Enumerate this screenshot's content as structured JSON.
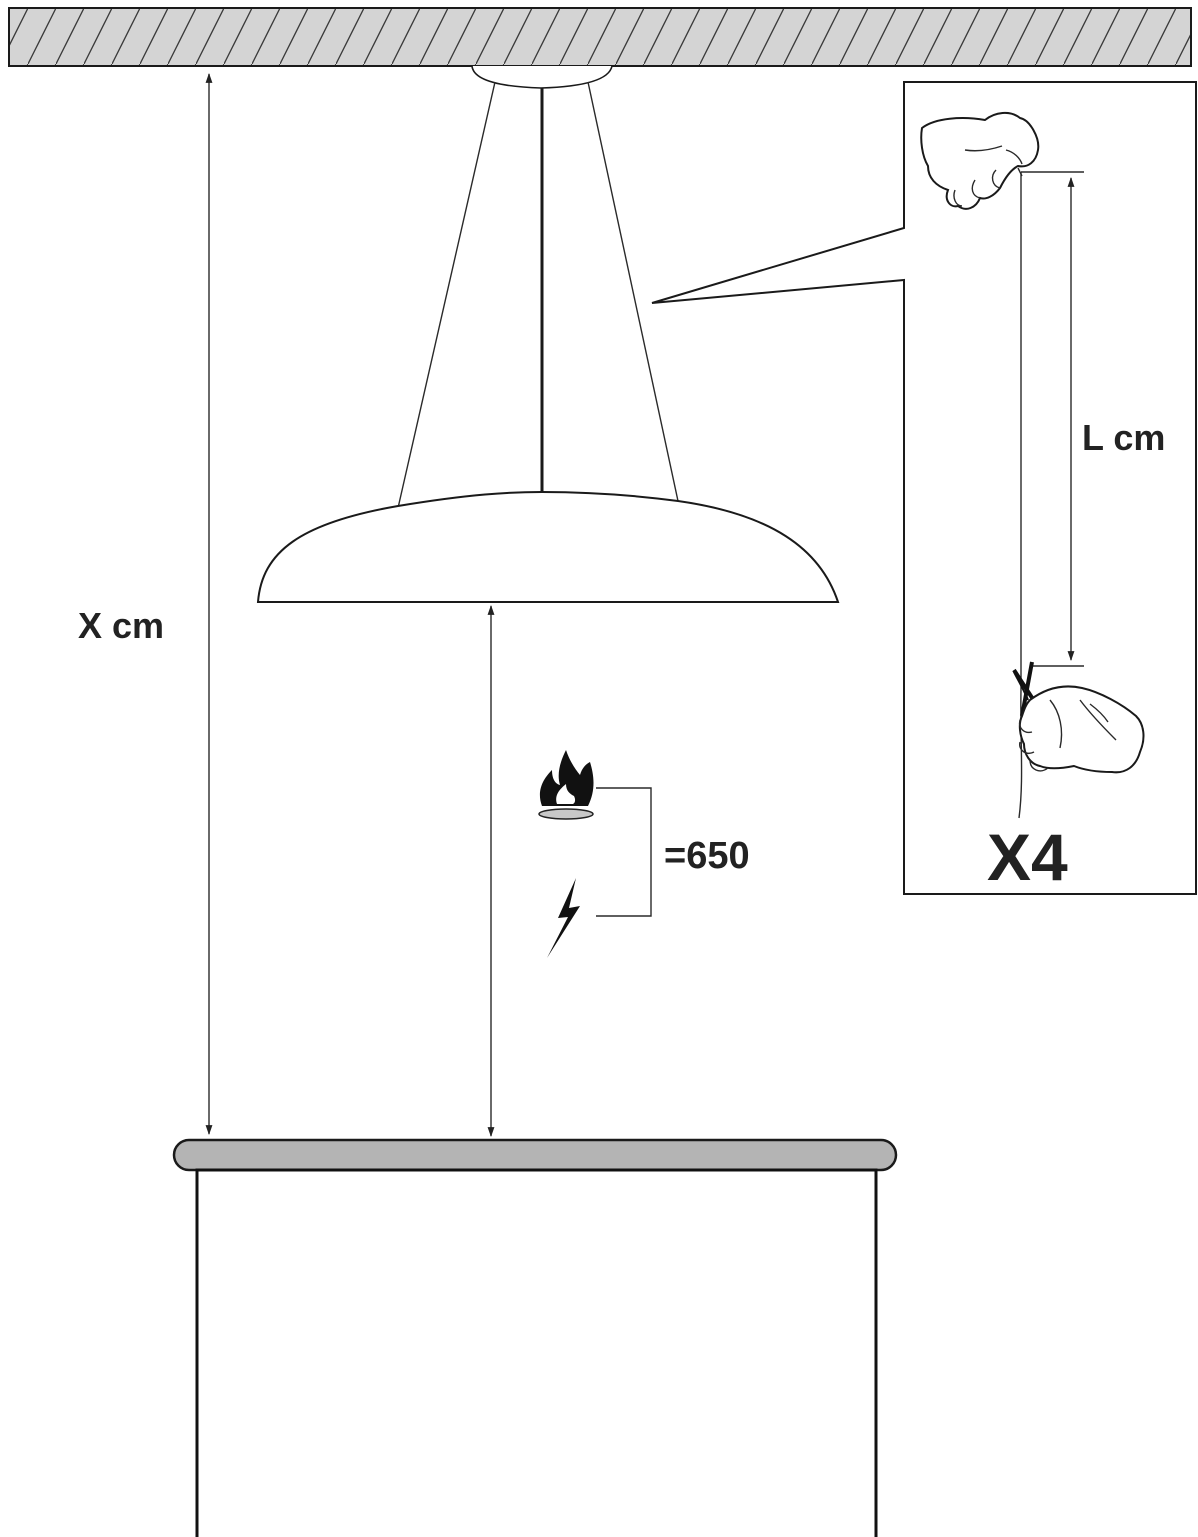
{
  "labels": {
    "overall_height": "X cm",
    "cable_length": "L cm",
    "min_distance": "=650",
    "quantity": "X4"
  },
  "icons": {
    "ceiling": "ceiling-hatch",
    "gas_hob": "gas-flame-icon",
    "electric_hob": "lightning-icon",
    "hand_pinch": "hand-holding-cable-icon",
    "cutter": "wire-cutter-hand-icon"
  },
  "colors": {
    "line": "#1a1a1a",
    "ceiling_fill": "#d4d4d4",
    "cooktop_fill": "#b4b4b4",
    "background": "#ffffff"
  }
}
